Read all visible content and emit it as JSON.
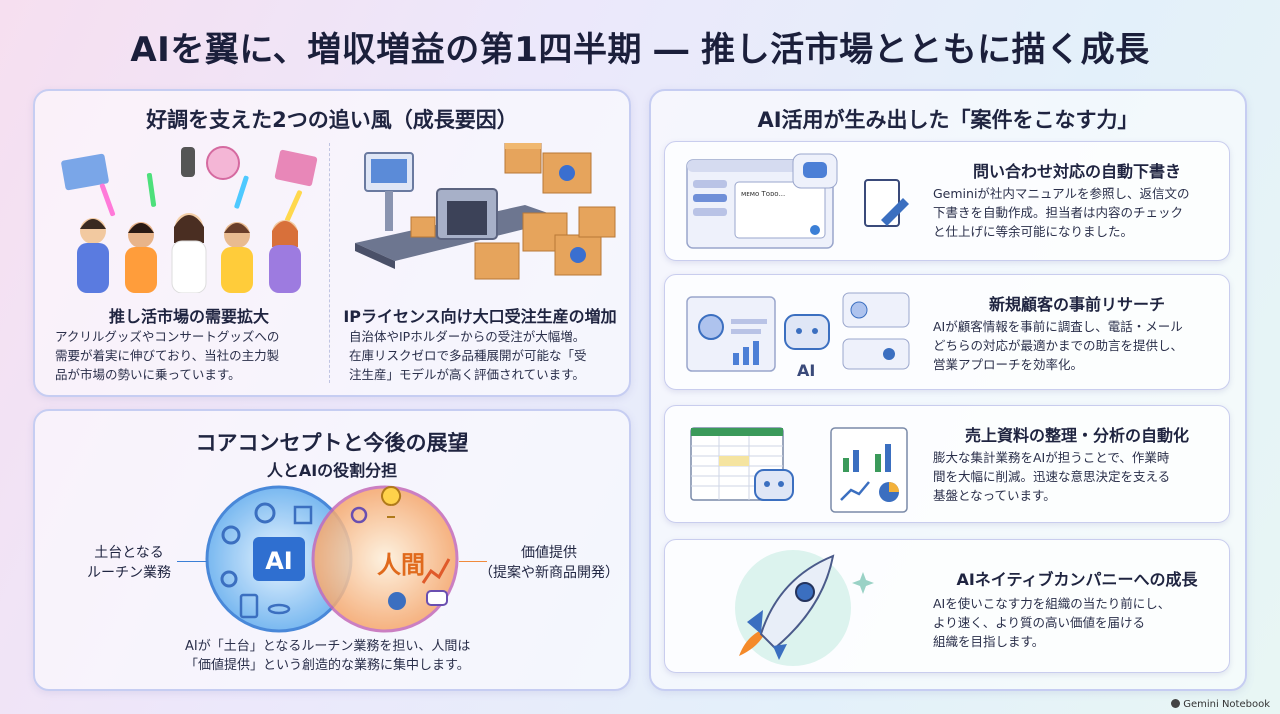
{
  "title": "AIを翼に、増収増益の第1四半期 ― 推し活市場とともに描く成長",
  "growth": {
    "title": "好調を支えた2つの追い風（成長要因）",
    "left": {
      "title": "推し活市場の需要拡大",
      "lines": [
        "アクリルグッズやコンサートグッズへの",
        "需要が着実に伸びており、当社の主力製",
        "品が市場の勢いに乗っています。"
      ]
    },
    "right": {
      "title": "IPライセンス向け大口受注生産の増加",
      "lines": [
        "自治体やIPホルダーからの受注が大幅増。",
        "在庫リスクゼロで多品種展開が可能な「受",
        "注生産」モデルが高く評価されています。"
      ]
    }
  },
  "concept": {
    "title": "コアコンセプトと今後の展望",
    "subtitle": "人とAIの役割分担",
    "ai_circle": "AI",
    "human_circle": "人間",
    "left_label": [
      "土台となる",
      "ルーチン業務"
    ],
    "right_label": [
      "価値提供",
      "（提案や新商品開発）"
    ],
    "caption": [
      "AIが「土台」となるルーチン業務を担い、人間は",
      "「価値提供」という創造的な業務に集中します。"
    ]
  },
  "ai_power": {
    "title": "AI活用が生み出した「案件をこなす力」",
    "cards": [
      {
        "title": "問い合わせ対応の自動下書き",
        "lines": [
          "Geminiが社内マニュアルを参照し、返信文の",
          "下書きを自動作成。担当者は内容のチェック",
          "と仕上げに等余可能になりました。"
        ]
      },
      {
        "title": "新規顧客の事前リサーチ",
        "lines": [
          "AIが顧客情報を事前に調査し、電話・メール",
          "どちらの対応が最適かまでの助言を提供し、",
          "営業アプローチを効率化。"
        ]
      },
      {
        "title": "売上資料の整理・分析の自動化",
        "lines": [
          "膨大な集計業務をAIが担うことで、作業時",
          "間を大幅に削減。迅速な意思決定を支える",
          "基盤となっています。"
        ]
      },
      {
        "title": "AIネイティブカンパニーへの成長",
        "lines": [
          "AIを使いこなす力を組織の当たり前にし、",
          "より速く、より質の高い価値を届ける",
          "組織を目指します。"
        ]
      }
    ],
    "research_ai_label": "AI",
    "draft_sample_text": "ᴍᴇᴍᴏ Tᴏᴅᴏ..."
  },
  "footer": "Gemini Notebook",
  "colors": {
    "ai_blue": "#3b7fd6",
    "human_orange": "#f08a3c",
    "accent_purple": "#7a6fd8"
  }
}
